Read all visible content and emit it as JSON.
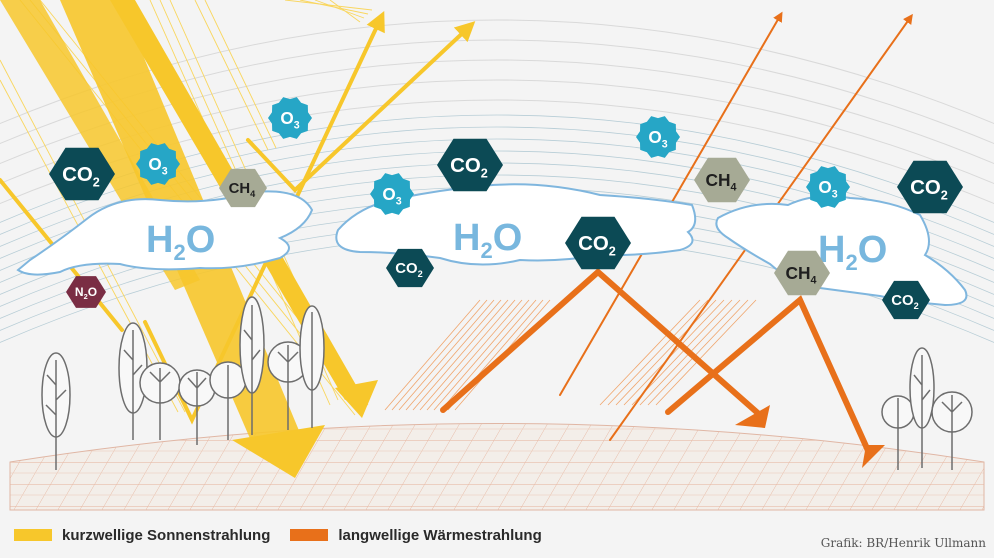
{
  "colors": {
    "shortwave": "#f7c72b",
    "longwave": "#e8701a",
    "co2_fill": "#0c4a55",
    "ch4_fill": "#a6aa95",
    "o3_fill": "#26a6c6",
    "n2o_fill": "#7a2d44",
    "h2o_text": "#78b7de",
    "cloud_stroke": "#7fb6de"
  },
  "icons": [
    "co2-molecule-icon",
    "o3-molecule-icon",
    "ch4-molecule-icon",
    "n2o-molecule-icon",
    "tree-icon",
    "arrow-icon",
    "cloud-icon"
  ],
  "molecules": {
    "co2": {
      "base": "CO",
      "sub": "2"
    },
    "ch4": {
      "base": "CH",
      "sub": "4"
    },
    "o3": {
      "base": "O",
      "sub": "3"
    },
    "n2o": {
      "a": "N",
      "sub": "2",
      "b": "O"
    },
    "h2o": {
      "a": "H",
      "sub": "2",
      "b": "O"
    }
  },
  "legend": {
    "shortwave_label": "kurzwellige Sonnenstrahlung",
    "longwave_label": "langwellige Wärmestrahlung"
  },
  "credit": "Grafik: BR/Henrik Ullmann"
}
